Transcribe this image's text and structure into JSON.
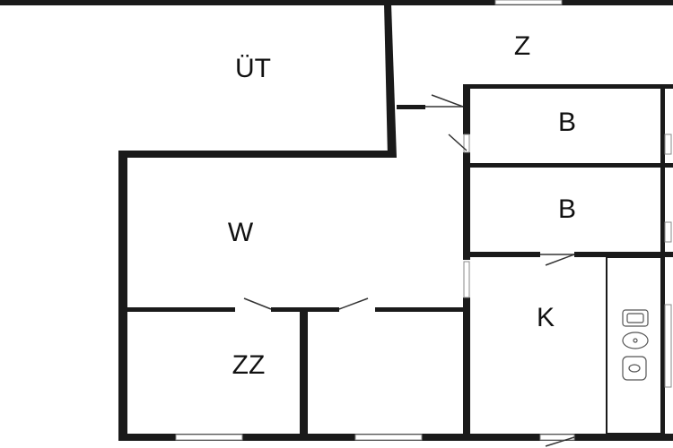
{
  "plan": {
    "rooms": [
      {
        "id": "ut",
        "label": "ÜT"
      },
      {
        "id": "z",
        "label": "Z"
      },
      {
        "id": "b1",
        "label": "B"
      },
      {
        "id": "b2",
        "label": "B"
      },
      {
        "id": "w",
        "label": "W"
      },
      {
        "id": "k",
        "label": "K"
      },
      {
        "id": "zz",
        "label": "ZZ"
      }
    ],
    "colors": {
      "wall": "#1a1a1a",
      "background": "#ffffff"
    }
  }
}
